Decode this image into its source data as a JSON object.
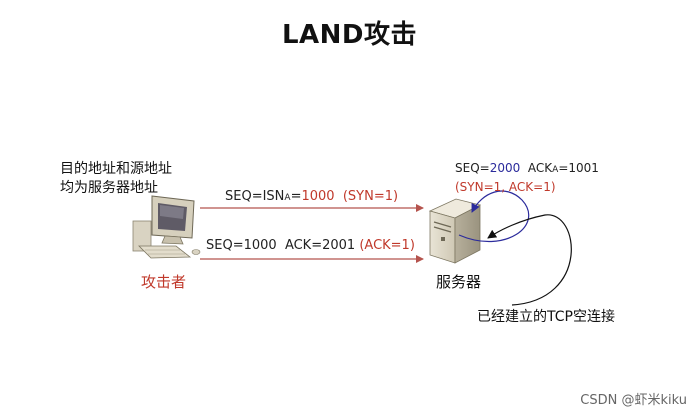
{
  "title": "LAND攻击",
  "note": {
    "line1": "目的地址和源地址",
    "line2": "均为服务器地址"
  },
  "message1": {
    "prefix": "SEQ=ISN",
    "sub": "A",
    "eq": "=",
    "value": "1000",
    "flags": "(SYN=1)"
  },
  "message2": {
    "text": "SEQ=1000  ACK=2001",
    "flags": "(ACK=1)"
  },
  "attacker": {
    "label": "攻击者"
  },
  "server": {
    "label": "服务器",
    "seq_prefix": "SEQ=",
    "seq_value": "2000",
    "ack_prefix": "ACK",
    "ack_sub": "A",
    "ack_value": "=1001",
    "flags": "(SYN=1, ACK=1)"
  },
  "tcp_note": "已经建立的TCP空连接",
  "watermark": "CSDN @虾米kiku",
  "colors": {
    "accent_red": "#c0392b",
    "accent_blue": "#2b2b9c",
    "arrow_red": "#b5534d"
  }
}
